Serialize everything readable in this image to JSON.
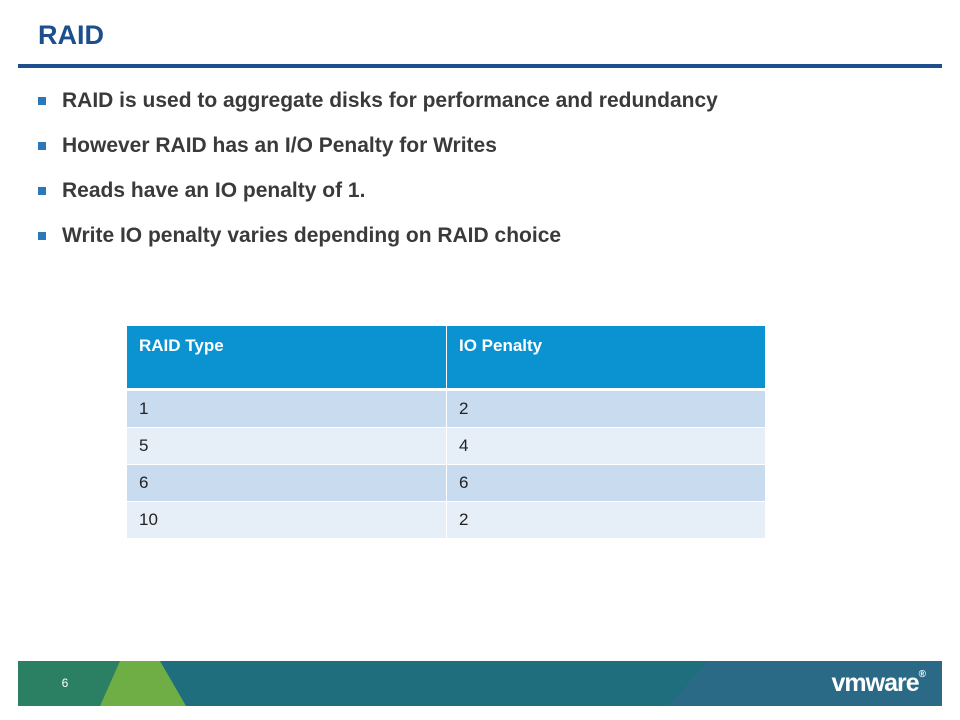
{
  "slide": {
    "title": "RAID",
    "bullets": [
      "RAID is used to aggregate disks for performance and redundancy",
      "However RAID has an I/O Penalty for Writes",
      "Reads have an IO penalty of 1.",
      "Write IO penalty varies depending on RAID choice"
    ]
  },
  "table": {
    "headers": [
      "RAID Type",
      "IO Penalty"
    ],
    "rows": [
      [
        "1",
        "2"
      ],
      [
        "5",
        "4"
      ],
      [
        "6",
        "6"
      ],
      [
        "10",
        "2"
      ]
    ]
  },
  "footer": {
    "page_number": "6",
    "logo_text": "vmware",
    "logo_mark": "®"
  },
  "colors": {
    "title": "#1d4f8c",
    "header_bg": "#0b93d1",
    "row_odd": "#c9dcef",
    "row_even": "#e6eef7",
    "footer_green": "#6fae44",
    "footer_teal": "#1e6e7e"
  }
}
